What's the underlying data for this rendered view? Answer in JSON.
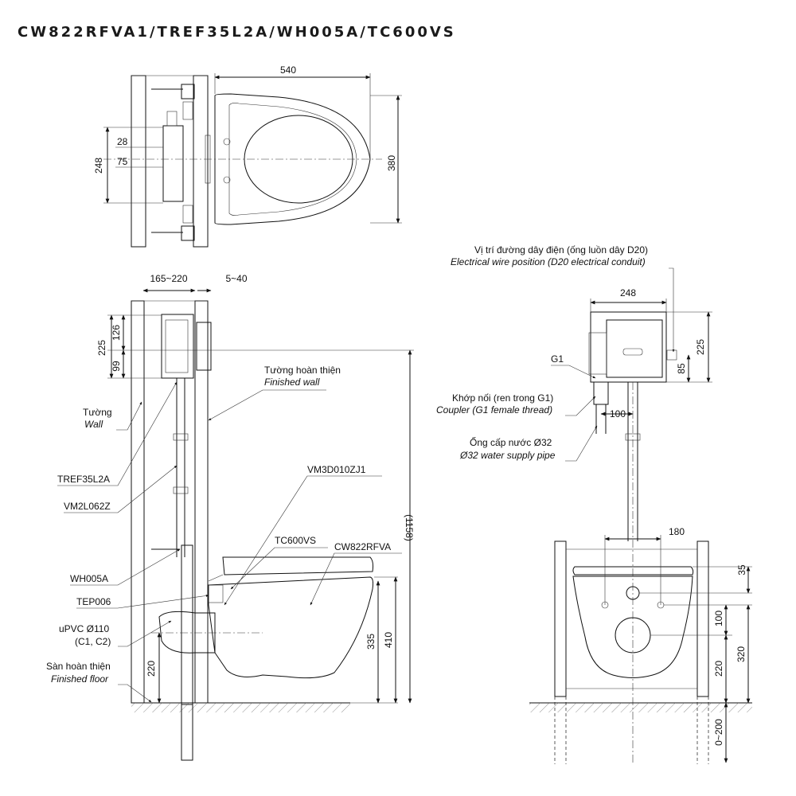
{
  "title": "CW822RFVA1/TREF35L2A/WH005A/TC600VS",
  "top_view": {
    "dims": {
      "width": "540",
      "depth": "380",
      "carrier": "248",
      "d1": "28",
      "d2": "75"
    }
  },
  "side_view": {
    "dims": {
      "wall_range": "165~220",
      "gap_range": "5~40",
      "d225": "225",
      "d126": "126",
      "d99": "99",
      "d1158": "(1158)",
      "d335": "335",
      "d410": "410",
      "d220": "220"
    },
    "labels": {
      "finished_wall_vi": "Tường hoàn thiện",
      "finished_wall_en": "Finished wall",
      "wall_vi": "Tường",
      "wall_en": "Wall",
      "part_tref": "TREF35L2A",
      "part_vm2": "VM2L062Z",
      "part_vm3": "VM3D010ZJ1",
      "part_tc": "TC600VS",
      "part_cw": "CW822RFVA",
      "part_wh": "WH005A",
      "part_tep": "TEP006",
      "upvc_line1": "uPVC Ø110",
      "upvc_line2": "(C1, C2)",
      "floor_vi": "Sàn hoàn thiện",
      "floor_en": "Finished floor"
    }
  },
  "front_view": {
    "dims": {
      "d248": "248",
      "d225": "225",
      "d85": "85",
      "d100a": "100",
      "d180": "180",
      "d35": "35",
      "d100b": "100",
      "d320": "320",
      "d220": "220",
      "d0200": "0~200"
    },
    "labels": {
      "elec_vi": "Vị trí đường dây điện (ống luồn dây D20)",
      "elec_en": "Electrical wire position (D20 electrical conduit)",
      "g1": "G1",
      "coupler_vi": "Khớp nối (ren trong G1)",
      "coupler_en": "Coupler (G1 female thread)",
      "pipe_vi": "Ống cấp nước Ø32",
      "pipe_en": "Ø32 water supply pipe"
    }
  }
}
